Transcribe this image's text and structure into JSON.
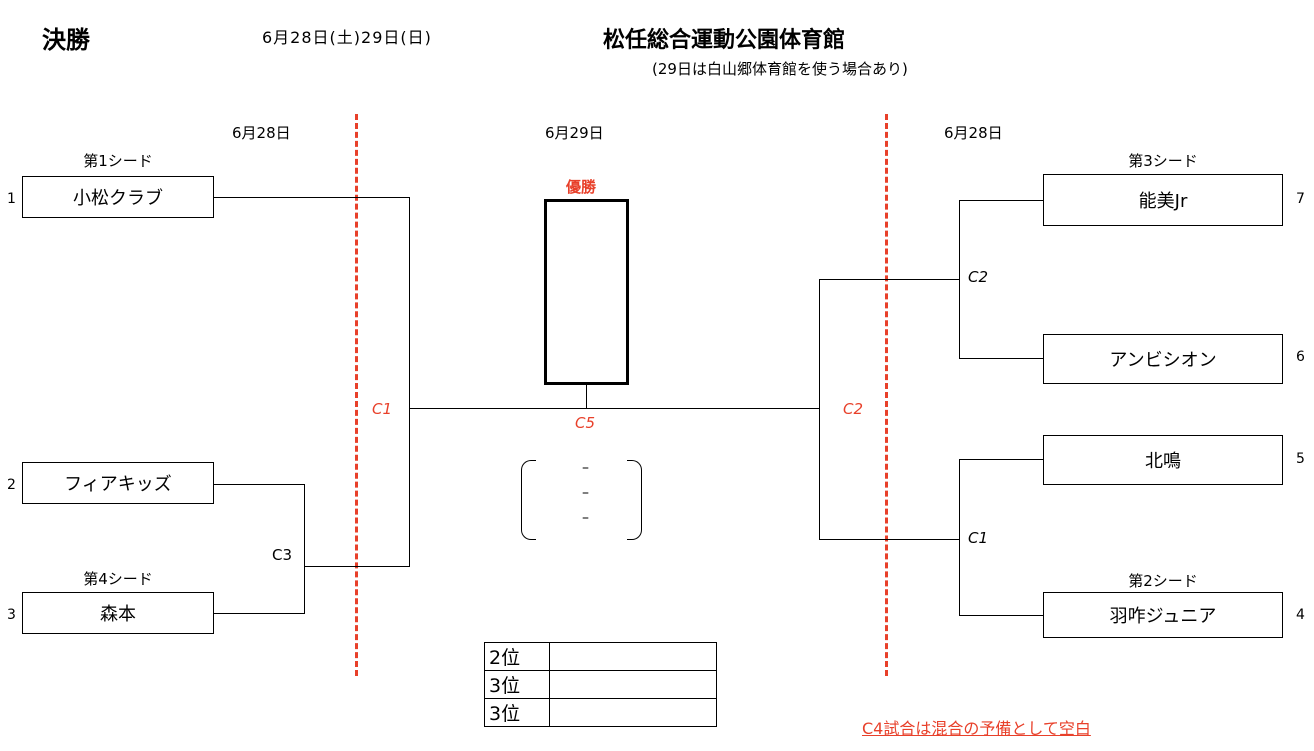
{
  "header": {
    "title": "決勝",
    "dates": "6月28日(土)29日(日)",
    "venue": "松任総合運動公園体育館",
    "venue_note": "(29日は白山郷体育館を使う場合あり)"
  },
  "days": {
    "left": "6月28日",
    "center": "6月29日",
    "right": "6月28日"
  },
  "seeds": {
    "s1": "第1シード",
    "s2": "第2シード",
    "s3": "第3シード",
    "s4": "第4シード"
  },
  "teams": [
    {
      "num": "1",
      "name": "小松クラブ"
    },
    {
      "num": "2",
      "name": "フィアキッズ"
    },
    {
      "num": "3",
      "name": "森本"
    },
    {
      "num": "7",
      "name": "能美Jr"
    },
    {
      "num": "6",
      "name": "アンビシオン"
    },
    {
      "num": "5",
      "name": "北鳴"
    },
    {
      "num": "4",
      "name": "羽咋ジュニア"
    }
  ],
  "match_codes": {
    "left_c3": "C3",
    "left_c1": "C1",
    "final_c5": "C5",
    "right_c2_upper": "C2",
    "right_c2": "C2",
    "right_c1_lower": "C1"
  },
  "winner_label": "優勝",
  "score_dashes": [
    "–",
    "–",
    "–"
  ],
  "ranks": [
    {
      "label": "2位",
      "value": ""
    },
    {
      "label": "3位",
      "value": ""
    },
    {
      "label": "3位",
      "value": ""
    }
  ],
  "reserve_note": "C4試合は混合の予備として空白",
  "colors": {
    "accent_red": "#e8402a"
  }
}
